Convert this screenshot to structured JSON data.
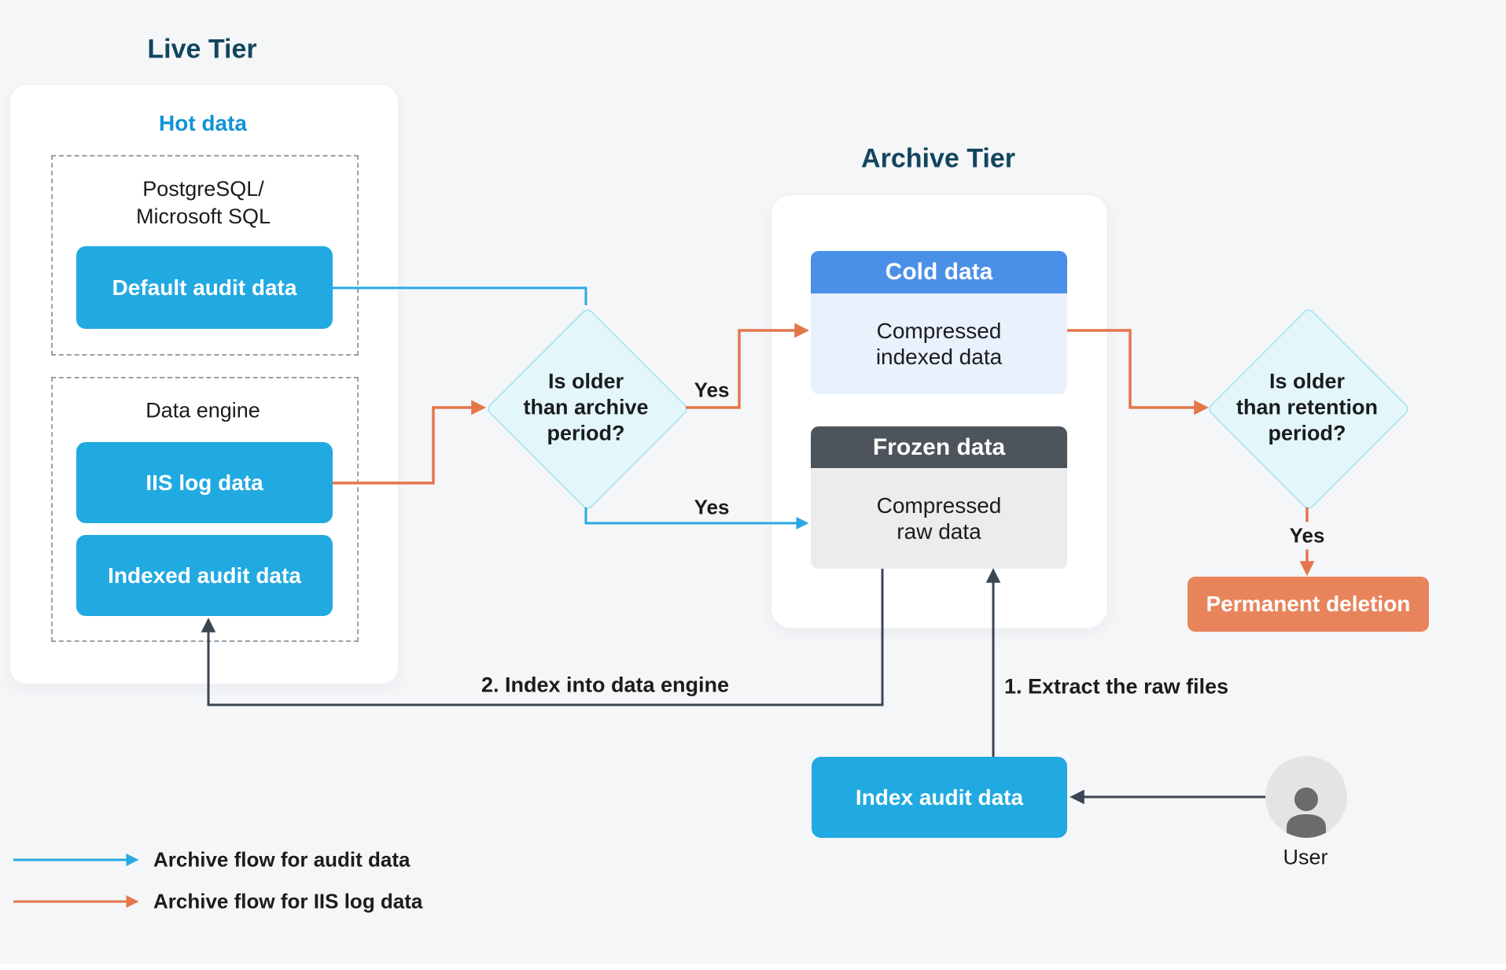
{
  "colors": {
    "background": "#F5F6F8",
    "card": "#FFFFFF",
    "title": "#12455E",
    "text": "#1A1C1E",
    "hot_label": "#1193D4",
    "cyan_button": "#21A9E1",
    "cold_header": "#4A90E8",
    "cold_body": "#E9F1FD",
    "frozen_header": "#4D545C",
    "frozen_body": "#ECECEE",
    "diamond_fill": "#E3F7FB",
    "diamond_border": "#B2E5F1",
    "orange_button": "#E8845C",
    "arrow_orange": "#E4764B",
    "arrow_blue": "#29A9E4",
    "arrow_dark": "#3A4654",
    "dashed_border": "#98A1A8",
    "avatar_bg": "#E4E4E6",
    "avatar_person": "#6B6B6E"
  },
  "live_tier": {
    "title": "Live Tier",
    "zone_label": "Hot data",
    "groups": [
      {
        "label_lines": [
          "PostgreSQL/",
          "Microsoft SQL"
        ],
        "buttons": [
          "Default audit data"
        ]
      },
      {
        "label_lines": [
          "Data engine"
        ],
        "buttons": [
          "IIS log data",
          "Indexed audit data"
        ]
      }
    ]
  },
  "archive_tier": {
    "title": "Archive Tier",
    "boxes": [
      {
        "header": "Cold data",
        "body_lines": [
          "Compressed",
          "indexed data"
        ]
      },
      {
        "header": "Frozen data",
        "body_lines": [
          "Compressed",
          "raw data"
        ]
      }
    ]
  },
  "decisions": [
    {
      "lines": [
        "Is older",
        "than archive",
        "period?"
      ]
    },
    {
      "lines": [
        "Is older",
        "than retention",
        "period?"
      ]
    }
  ],
  "flow_labels": {
    "yes_to_cold": "Yes",
    "yes_to_frozen": "Yes",
    "yes_to_deletion": "Yes",
    "extract": "1. Extract the raw files",
    "index_engine": "2. Index into data engine"
  },
  "nodes": {
    "permanent_deletion": "Permanent deletion",
    "index_audit_data": "Index audit data",
    "user": "User"
  },
  "legend": {
    "items": [
      {
        "label": "Archive flow for audit data"
      },
      {
        "label": "Archive flow for IIS log data"
      }
    ]
  }
}
